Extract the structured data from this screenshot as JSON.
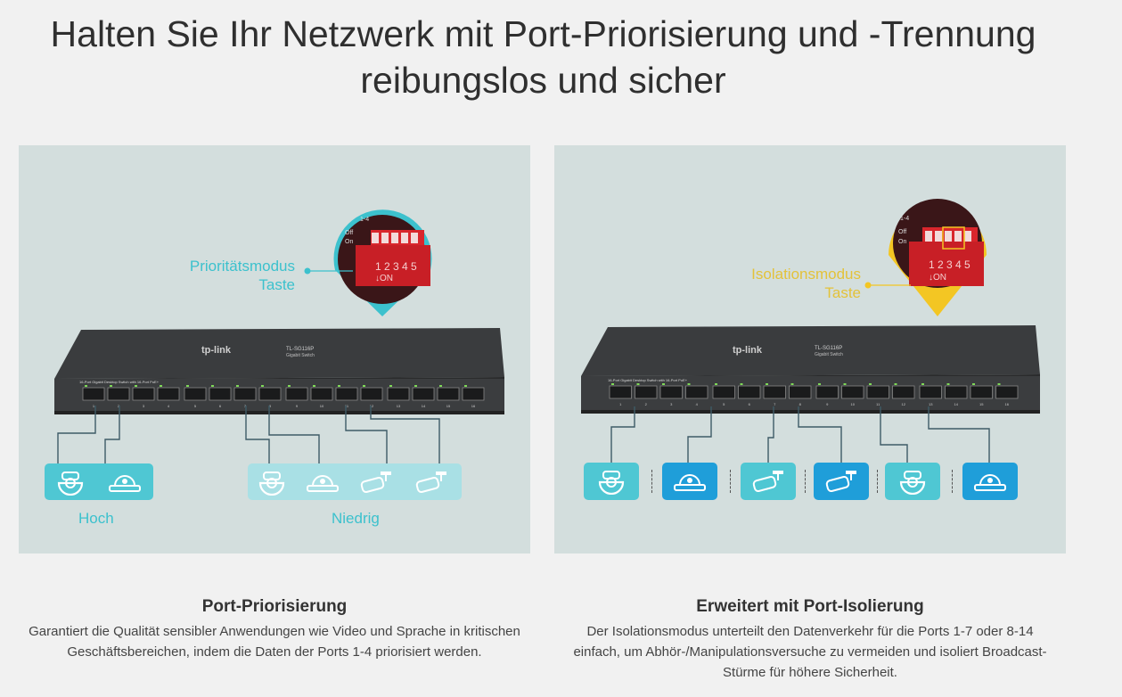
{
  "headline": {
    "line1": "Halten Sie Ihr Netzwerk mit Port-Priorisierung und -Trennung",
    "line2": "reibungslos und sicher"
  },
  "switch": {
    "brand": "tp-link",
    "model": "TL-SG116P",
    "model_caption": "Gigabit Switch",
    "front_caption": "16-Port Gigabit Desktop Switch with 16-Port PoE+",
    "port_numbers": [
      "1",
      "2",
      "3",
      "4",
      "5",
      "6",
      "7",
      "8",
      "9",
      "10",
      "11",
      "12",
      "13",
      "14",
      "15",
      "16"
    ]
  },
  "dip_switch": {
    "row_labels": [
      "1-4",
      "Off",
      "On"
    ],
    "digits": "1 2 3 4 5",
    "on_text": "↓ON"
  },
  "left_panel": {
    "callout_line1": "Prioritätsmodus",
    "callout_line2": "Taste",
    "accent": "#3cc1cd",
    "group_high": "Hoch",
    "group_low": "Niedrig"
  },
  "right_panel": {
    "callout_line1": "Isolationsmodus",
    "callout_line2": "Taste",
    "accent": "#f3c623"
  },
  "sections": [
    {
      "title": "Port-Priorisierung",
      "text_line1": "Garantiert die Qualität sensibler Anwendungen wie Video und Sprache in kritischen",
      "text_line2": "Geschäftsbereichen, indem die Daten der Ports 1-4 priorisiert werden."
    },
    {
      "title": "Erweitert mit Port-Isolierung",
      "text_line1": "Der Isolationsmodus unterteilt den Datenverkehr für die Ports 1-7 oder 8-14",
      "text_line2": "einfach, um Abhör-/Manipulationsversuche zu vermeiden und isoliert Broadcast-",
      "text_line3": "Stürme für höhere Sicherheit."
    }
  ],
  "colors": {
    "cam_teal": "#4fc7d3",
    "cam_blue": "#1f9ed9",
    "cam_light": "#a9e0e5",
    "panel_bg": "#d3dedd"
  }
}
